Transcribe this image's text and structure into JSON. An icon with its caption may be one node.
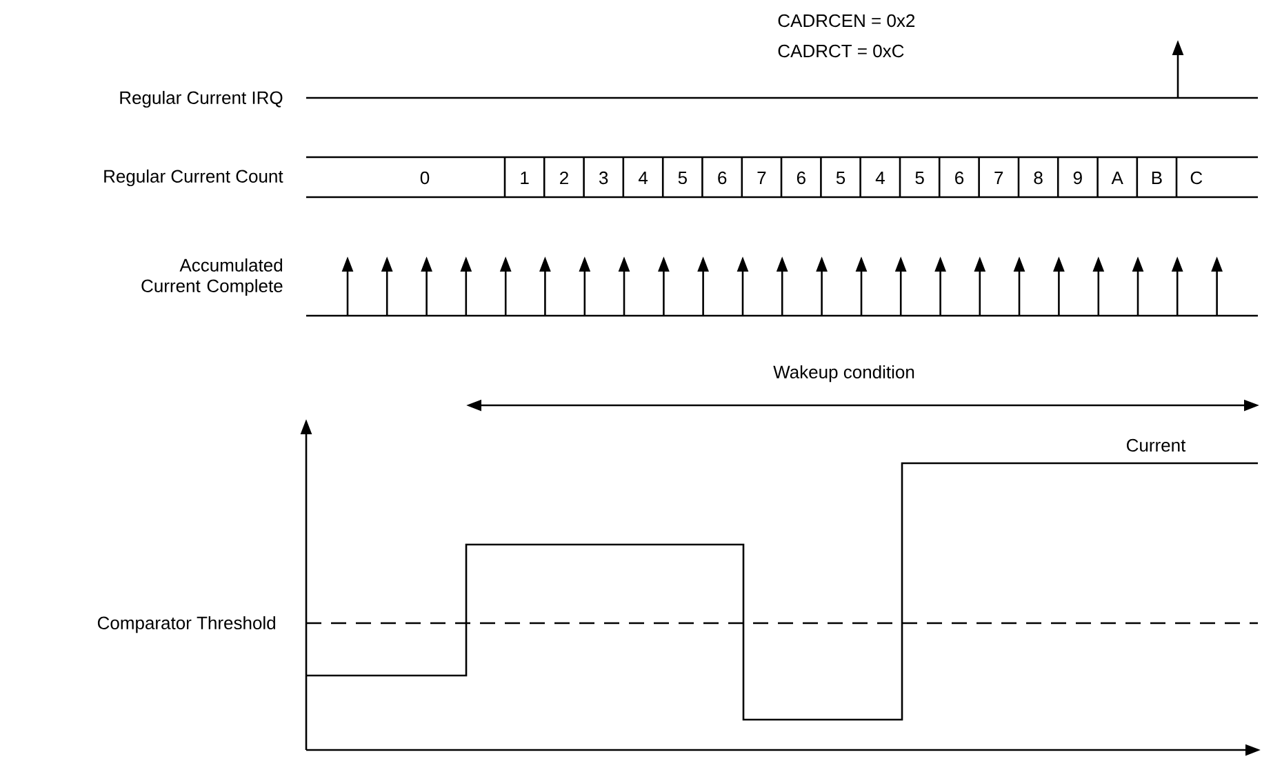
{
  "diagram": {
    "labels": [
      "CADRCEN = 0x2",
      "CADRCT = 0xC",
      "Regular Current IRQ",
      "Regular Current Count",
      "0",
      "1",
      "2",
      "3",
      "4",
      "5",
      "6",
      "7",
      "6",
      "5",
      "4",
      "5",
      "6",
      "7",
      "8",
      "9",
      "A",
      "B",
      "C",
      "Accumulated Current Complete",
      "Wakeup condition",
      "Current",
      "Comparator Threshold"
    ]
  }
}
